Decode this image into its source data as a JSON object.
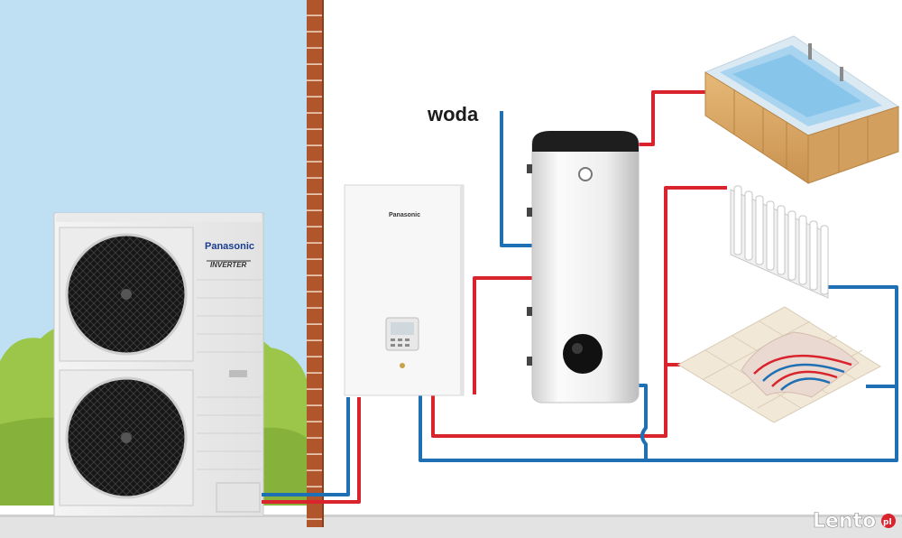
{
  "labels": {
    "water": "woda"
  },
  "outdoor_unit": {
    "brand": "Panasonic",
    "series": "INVERTER"
  },
  "indoor_unit": {
    "brand": "Panasonic"
  },
  "watermark": {
    "text": "Lento",
    "suffix": "pl"
  },
  "colors": {
    "sky": "#bfe0f3",
    "brick": "#b0552c",
    "hot_pipe": "#d9232d",
    "cold_pipe": "#1f6fb5",
    "hedge": "#9cc64a",
    "tank_body": "#f2f2f2",
    "tank_lid": "#1e1e1e"
  },
  "icons": {
    "outdoor": "heat-pump-outdoor-unit-icon",
    "indoor": "indoor-hydromodule-icon",
    "tank": "hot-water-cylinder-icon",
    "bathtub": "bathtub-icon",
    "radiator": "radiator-icon",
    "floor": "underfloor-heating-icon"
  }
}
